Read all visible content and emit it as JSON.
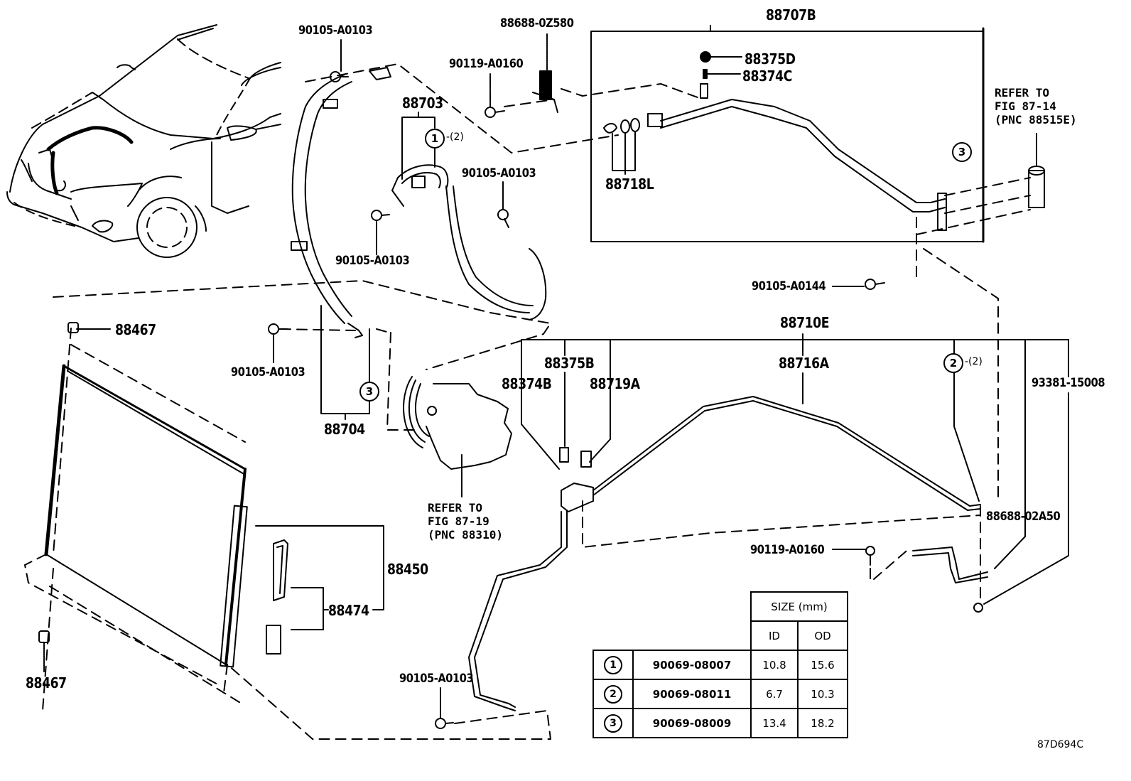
{
  "diagram": {
    "figure_code": "87D694C",
    "labels": {
      "bolt_top_left": "90105-A0103",
      "clamp_top": "88688-0Z580",
      "bolt_clamp": "90119-A0160",
      "hose_88703": "88703",
      "bolt_mid_right": "90105-A0103",
      "bolt_mid": "90105-A0103",
      "tube_88707b": "88707B",
      "cap_88375d": "88375D",
      "valve_88374c": "88374C",
      "oring_88718l": "88718L",
      "bolt_a0144": "90105-A0144",
      "insulator_top": "88467",
      "bolt_left": "90105-A0103",
      "hose_88704": "88704",
      "tube_88710e": "88710E",
      "cap_88375b": "88375B",
      "valve_88374b": "88374B",
      "switch_88719a": "88719A",
      "pipe_88716a": "88716A",
      "clip_93381": "93381-15008",
      "clamp_02a50": "88688-02A50",
      "bolt_clamp_bottom": "90119-A0160",
      "condenser_88450": "88450",
      "filter_88474": "88474",
      "insulator_bottom": "88467",
      "bolt_bottom": "90105-A0103"
    },
    "refer_expansion_valve": "REFER TO\nFIG 87-14\n(PNC 88515E)",
    "refer_compressor": "REFER TO\nFIG 87-19\n(PNC 88310)",
    "callouts": {
      "c1": "1",
      "c1_qty": "-(2)",
      "c2": "2",
      "c2_qty": "-(2)",
      "c3a": "3",
      "c3b": "3"
    },
    "size_table": {
      "header": "SIZE (mm)",
      "col_id": "ID",
      "col_od": "OD",
      "rows": [
        {
          "num": "1",
          "part": "90069-08007",
          "id": "10.8",
          "od": "15.6"
        },
        {
          "num": "2",
          "part": "90069-08011",
          "id": "6.7",
          "od": "10.3"
        },
        {
          "num": "3",
          "part": "90069-08009",
          "id": "13.4",
          "od": "18.2"
        }
      ]
    }
  }
}
